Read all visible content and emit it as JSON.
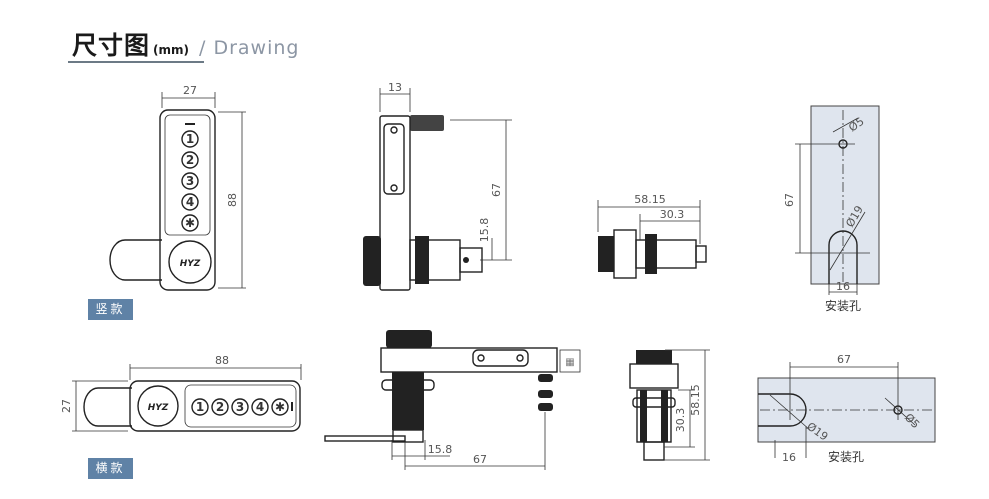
{
  "header": {
    "title_cn": "尺寸图",
    "unit": "(mm)",
    "title_en": "/ Drawing"
  },
  "tags": {
    "vertical": "竖款",
    "horizontal": "横款"
  },
  "vertical": {
    "front": {
      "width": "27",
      "height": "88",
      "keys": [
        "1",
        "2",
        "3",
        "4",
        "✱"
      ],
      "logo": "HYZ"
    },
    "side": {
      "depth": "13",
      "screw_span": "67",
      "offset": "15.8"
    },
    "cylinder": {
      "total": "58.15",
      "thread": "30.3"
    },
    "mounting": {
      "caption": "安装孔",
      "small_hole": "Ø5",
      "large_hole": "Ø19",
      "span": "67",
      "slot_width": "16"
    }
  },
  "horizontal": {
    "front": {
      "width": "88",
      "height": "27",
      "keys": [
        "1",
        "2",
        "3",
        "4",
        "✱"
      ],
      "logo": "HYZ"
    },
    "side": {
      "offset": "15.8",
      "screw_span": "67"
    },
    "cylinder": {
      "thread": "30.3",
      "total": "58.15"
    },
    "mounting": {
      "caption": "安装孔",
      "small_hole": "Ø5",
      "large_hole": "Ø19",
      "span": "67",
      "slot_width": "16"
    }
  }
}
